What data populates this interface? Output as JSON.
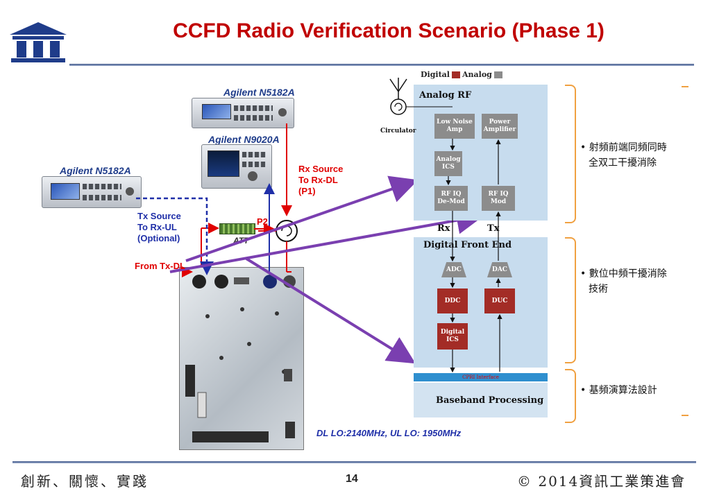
{
  "header": {
    "title": "CCFD Radio Verification Scenario (Phase 1)"
  },
  "instruments": {
    "siggen_top": "Agilent N5182A",
    "analyzer": "Agilent N9020A",
    "siggen_left": "Agilent N5182A"
  },
  "labels": {
    "rx_source": [
      "Rx Source",
      "To Rx-DL",
      "(P1)"
    ],
    "tx_source": [
      "Tx Source",
      "To Rx-UL",
      "(Optional)"
    ],
    "from_tx_dl": "From Tx-DL",
    "p2": "P2",
    "att": "ATT",
    "lo_note": "DL LO:2140MHz, UL LO: 1950MHz"
  },
  "block_diagram": {
    "legend": {
      "digital": "Digital",
      "analog": "Analog",
      "digital_color": "#a32c26",
      "analog_color": "#8c8c8c"
    },
    "analog_rf_title": "Analog RF",
    "circulator": "Circulator",
    "lna": [
      "Low Noise",
      "Amp"
    ],
    "pa": [
      "Power",
      "Amplifier"
    ],
    "analog_ics": [
      "Analog",
      "ICS"
    ],
    "rfiq_demod": [
      "RF IQ",
      "De-Mod"
    ],
    "rfiq_mod": [
      "RF IQ",
      "Mod"
    ],
    "rx": "Rx",
    "tx": "Tx",
    "dfe_title": "Digital Front End",
    "adc": "ADC",
    "dac": "DAC",
    "ddc": "DDC",
    "duc": "DUC",
    "digital_ics": [
      "Digital",
      "ICS"
    ],
    "cpri": "CPRI Interface",
    "baseband": "Baseband Processing"
  },
  "bullets": {
    "b1": [
      "射頻前端同頻同時",
      "全双工干擾消除"
    ],
    "b2": [
      "數位中頻干擾消除",
      "技術"
    ],
    "b3": "基頻演算法設計"
  },
  "footer": {
    "slogan": "創新、關懷、實踐",
    "page": "14",
    "copyright": "© 2014資訊工業策進會"
  },
  "colors": {
    "title": "#c00000",
    "arrow_purple": "#7a3fb0",
    "path_red": "#e00000",
    "path_blue": "#1f2fa8"
  }
}
